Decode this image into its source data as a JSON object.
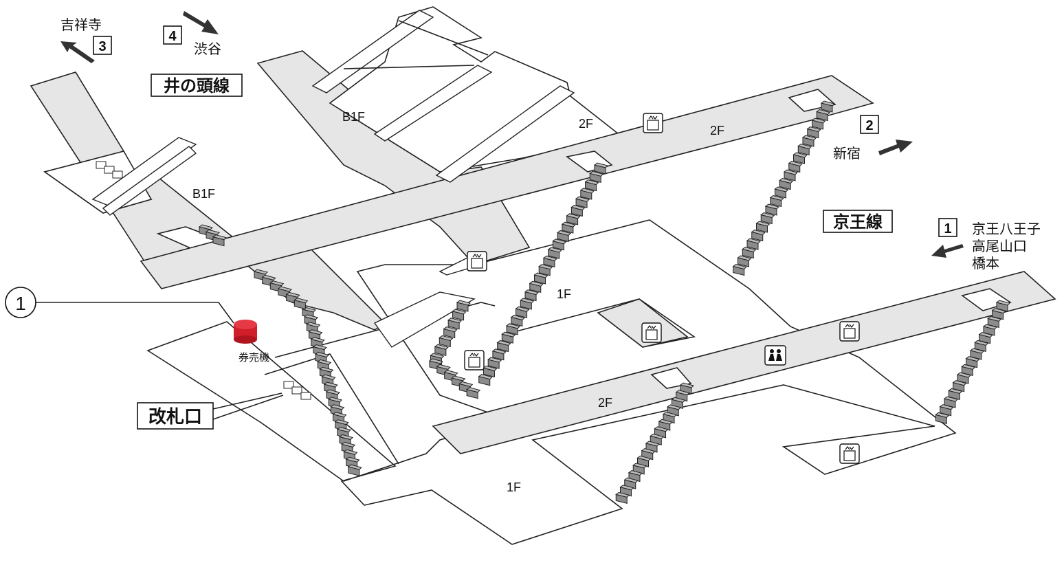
{
  "title": "",
  "lines": {
    "inokashira": "井の頭線",
    "keio": "京王線"
  },
  "floors": {
    "b1f_left": "B1F",
    "b1f_top": "B1F",
    "f2_top_left": "2F",
    "f2_top_right": "2F",
    "f2_bottom": "2F",
    "f1_middle": "1F",
    "f1_bottom": "1F"
  },
  "exits": [
    {
      "num": "1",
      "dest_lines": [
        "京王八王子",
        "高尾山口",
        "橋本"
      ]
    },
    {
      "num": "2",
      "dest_lines": [
        "新宿"
      ]
    },
    {
      "num": "3",
      "dest_lines": [
        "吉祥寺"
      ]
    },
    {
      "num": "4",
      "dest_lines": [
        "渋谷"
      ]
    }
  ],
  "marker": {
    "num": "1",
    "label": "券売機"
  },
  "gate_label": "改札口",
  "icons": {
    "elevator": "elevator-icon",
    "restroom": "restroom-icon",
    "ticket_machine": "ticket-machine-icon",
    "arrow": "direction-arrow-icon"
  },
  "colors": {
    "floor_gray": "#e6e6e6",
    "stair_dark": "#8c8c8c",
    "ticket_machine_red": "#d01f2b"
  }
}
